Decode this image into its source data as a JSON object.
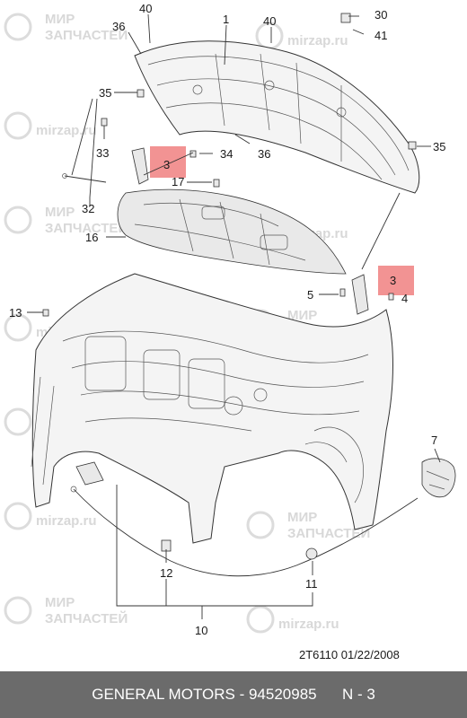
{
  "watermarks": {
    "line1": "МИР",
    "line2": "ЗАПЧАСТЕЙ",
    "site": "mirzap.ru"
  },
  "callouts": {
    "c40a": "40",
    "c1": "1",
    "c40b": "40",
    "c30": "30",
    "c41": "41",
    "c36a": "36",
    "c35a": "35",
    "c33": "33",
    "c3a": "3",
    "c34": "34",
    "c36b": "36",
    "c35b": "35",
    "c17": "17",
    "c32": "32",
    "c16": "16",
    "c3b": "3",
    "c5": "5",
    "c4": "4",
    "c13": "13",
    "c7": "7",
    "c12": "12",
    "c11": "11",
    "c10": "10"
  },
  "highlight_color": "#f08080",
  "drawing_code": "2T6110  01/22/2008",
  "footer_text": "GENERAL MOTORS - 94520985      N - 3"
}
